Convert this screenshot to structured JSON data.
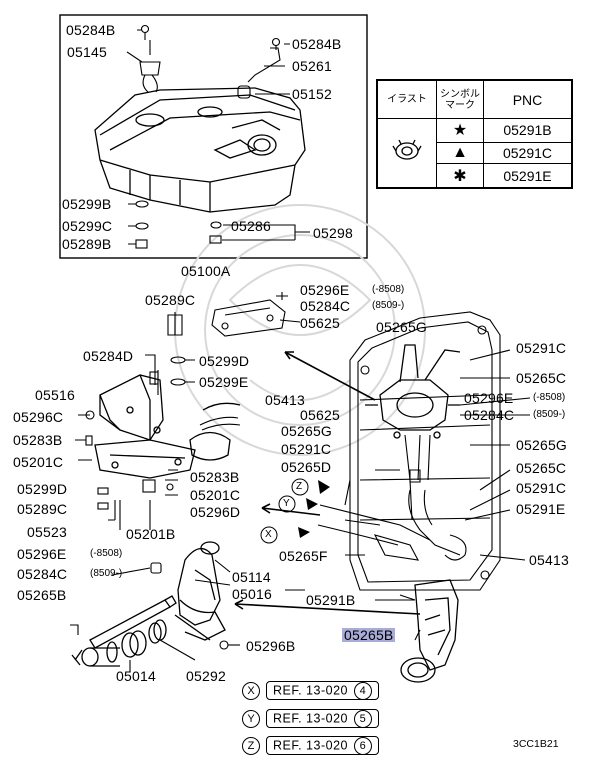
{
  "labels": {
    "l05284B_a": "05284B",
    "l05145": "05145",
    "l05284B_b": "05284B",
    "l05261": "05261",
    "l05152": "05152",
    "l05299B": "05299B",
    "l05299C_a": "05299C",
    "l05289B": "05289B",
    "l05286": "05286",
    "l05298": "05298",
    "l05100A": "05100A",
    "l05289C": "05289C",
    "l05296E_a": "05296E",
    "l05284C_a": "05284C",
    "l05625_a": "05625",
    "l05284D": "05284D",
    "l05299D": "05299D",
    "l05299E": "05299E",
    "l05516": "05516",
    "l05413_a": "05413",
    "l05296C": "05296C",
    "l05283B_a": "05283B",
    "l05201C_a": "05201C",
    "l05283B_b": "05283B",
    "l05201C_b": "05201C",
    "l05299D_b": "05299D",
    "l05289C_b": "05289C",
    "l05296D": "05296D",
    "l05523": "05523",
    "l05201B": "05201B",
    "l05296E_b": "05296E",
    "l05284C_b": "05284C",
    "l05265B_a": "05265B",
    "l05114": "05114",
    "l05016": "05016",
    "l05296B": "05296B",
    "l05014": "05014",
    "l05292": "05292",
    "l05265G_a": "05265G",
    "l05291C_a": "05291C",
    "l05265C_a": "05265C",
    "l05625_b": "05625",
    "l05296E_c": "05296E",
    "l05284C_c": "05284C",
    "l05265G_b": "05265G",
    "l05265G_c": "05265G",
    "l05291C_b": "05291C",
    "l05265D": "05265D",
    "l05265C_b": "05265C",
    "l05291C_c": "05291C",
    "l05291E": "05291E",
    "l05265F": "05265F",
    "l05413_b": "05413",
    "l05291B": "05291B",
    "l05265B_hl": "05265B"
  },
  "small": {
    "s_8508_a": "(-8508)",
    "s_8509_a": "(8509-)",
    "s_8508_b": "(-8508)",
    "s_8509_b": "(8509-)",
    "s_8508_c": "(-8508)",
    "s_8509_c": "(8509-)",
    "z": "Z",
    "y": "Y",
    "x": "X"
  },
  "legend": {
    "h_illust": "イラスト",
    "h_symbol_1": "シンボル",
    "h_symbol_2": "マーク",
    "h_pnc": "PNC",
    "rows": [
      {
        "symbol": "★",
        "pnc": "05291B"
      },
      {
        "symbol": "▲",
        "pnc": "05291C"
      },
      {
        "symbol": "✱",
        "pnc": "05291E"
      }
    ]
  },
  "refs": [
    {
      "letter": "X",
      "text": "REF. 13-020",
      "num": "4"
    },
    {
      "letter": "Y",
      "text": "REF. 13-020",
      "num": "5"
    },
    {
      "letter": "Z",
      "text": "REF. 13-020",
      "num": "6"
    }
  ],
  "code": "3CC1B21"
}
